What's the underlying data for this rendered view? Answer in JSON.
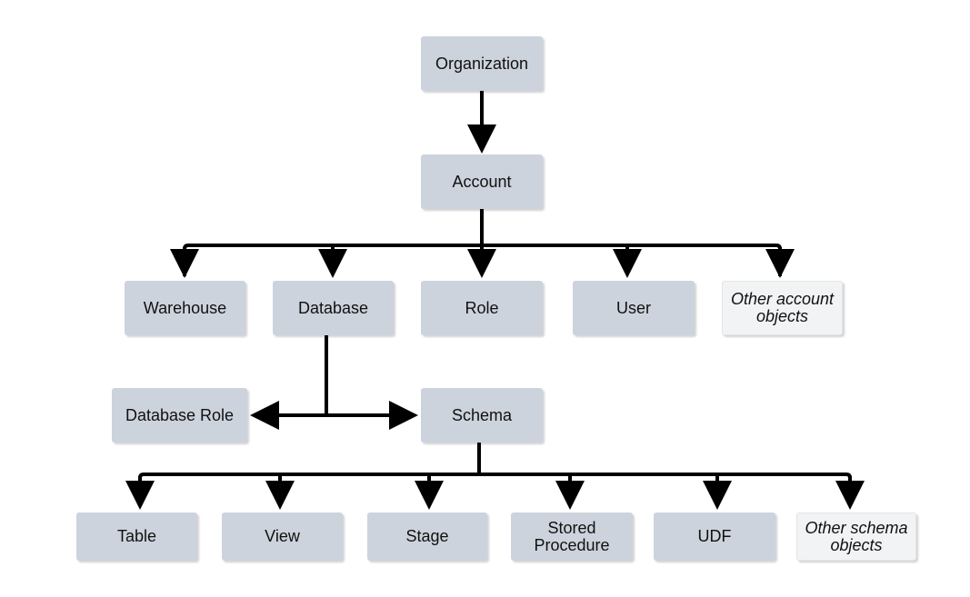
{
  "nodes": {
    "organization": "Organization",
    "account": "Account",
    "warehouse": "Warehouse",
    "database": "Database",
    "role": "Role",
    "user": "User",
    "other_account_objects": [
      "Other account",
      "objects"
    ],
    "database_role": "Database Role",
    "schema": "Schema",
    "table": "Table",
    "view": "View",
    "stage": "Stage",
    "stored_procedure": [
      "Stored",
      "Procedure"
    ],
    "udf": "UDF",
    "other_schema_objects": [
      "Other schema",
      "objects"
    ]
  },
  "colors": {
    "node_fill": "#cdd3dc",
    "other_fill": "#f2f3f4",
    "connector": "#000000"
  }
}
